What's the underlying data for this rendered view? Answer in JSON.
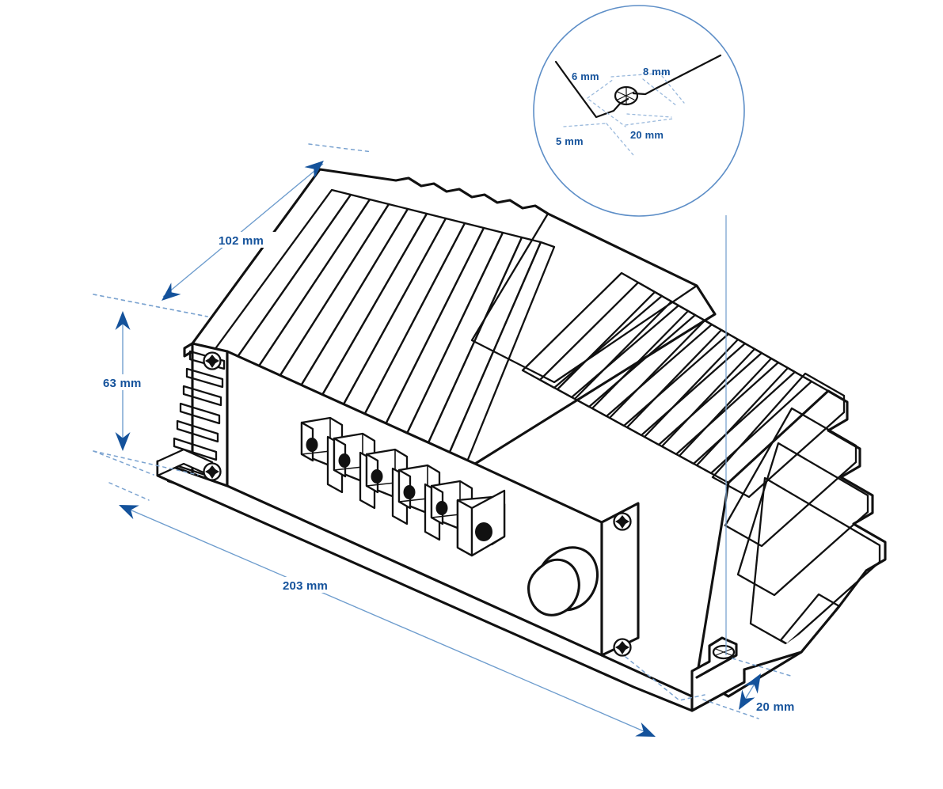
{
  "drawing": {
    "title": "Enclosure dimensioned isometric drawing",
    "subject": "heatsink-enclosure",
    "units": "mm",
    "background_color": "#ffffff",
    "line_color": "#111111",
    "dimension_color": "#14529b",
    "dimension_line_color": "#6d9ccd",
    "detail_circle_color": "#5d8ec7"
  },
  "dimensions": {
    "depth": {
      "label": "102 mm",
      "value": 102,
      "unit": "mm",
      "axis": "depth"
    },
    "height": {
      "label": "63 mm",
      "value": 63,
      "unit": "mm",
      "axis": "height"
    },
    "width": {
      "label": "203 mm",
      "value": 203,
      "unit": "mm",
      "axis": "width"
    },
    "foot_offset": {
      "label": "20 mm",
      "value": 20,
      "unit": "mm",
      "axis": "mounting-foot-offset"
    }
  },
  "detail_view": {
    "name": "mounting-foot-detail",
    "shape": "circle",
    "callouts": [
      {
        "label": "6 mm",
        "value": 6,
        "unit": "mm",
        "position": "upper-left"
      },
      {
        "label": "8 mm",
        "value": 8,
        "unit": "mm",
        "position": "upper-right"
      },
      {
        "label": "5 mm",
        "value": 5,
        "unit": "mm",
        "position": "lower-left"
      },
      {
        "label": "20 mm",
        "value": 20,
        "unit": "mm",
        "position": "lower-right"
      }
    ]
  },
  "device": {
    "name": "finned-aluminium-enclosure",
    "top_fin_count": 12,
    "right_fin_count": 11,
    "left_fin_count": 8,
    "terminal_block_count": 6,
    "screw_count": 4,
    "knob_count": 1,
    "mounting_feet": 2
  }
}
